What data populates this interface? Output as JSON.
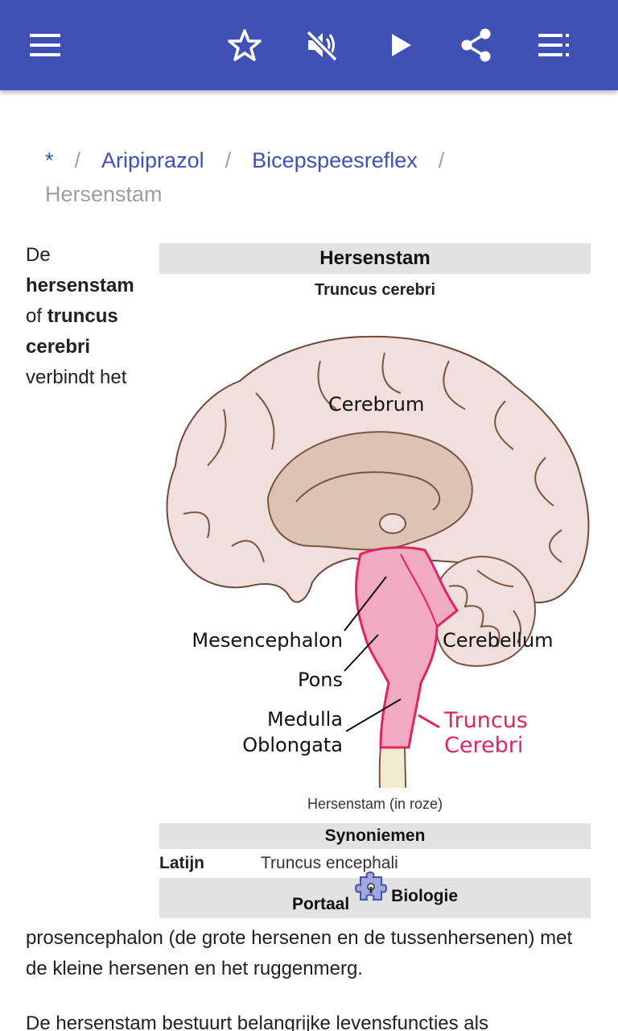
{
  "toolbar": {
    "icons": [
      "menu-icon",
      "star-icon",
      "volume-off-icon",
      "play-icon",
      "share-icon",
      "toc-icon"
    ],
    "color": "#3f51b5"
  },
  "breadcrumb": {
    "items": [
      "*",
      "Aripiprazol",
      "Bicepspeesreflex"
    ],
    "current": "Hersenstam",
    "separator": "/"
  },
  "intro": {
    "t1": "De",
    "b1": "hersenstam",
    "t2": "of",
    "b2": "truncus cerebri",
    "t3": "verbindt het"
  },
  "infobox": {
    "title": "Hersenstam",
    "subtitle": "Truncus cerebri",
    "image_labels": {
      "cerebrum": "Cerebrum",
      "mesencephalon": "Mesencephalon",
      "cerebellum": "Cerebellum",
      "pons": "Pons",
      "medulla_1": "Medulla",
      "medulla_2": "Oblongata",
      "truncus_1": "Truncus",
      "truncus_2": "Cerebri"
    },
    "caption": "Hersenstam (in roze)",
    "synonyms_header": "Synoniemen",
    "latin_key": "Latijn",
    "latin_value": "Truncus encephali",
    "portal_label": "Portaal",
    "portal_link": "Biologie"
  },
  "content": {
    "p1": "prosencephalon (de grote hersenen en de tussenhersenen) met de kleine hersenen en het ruggenmerg.",
    "p2": "De hersenstam bestuurt belangrijke levensfuncties als"
  }
}
